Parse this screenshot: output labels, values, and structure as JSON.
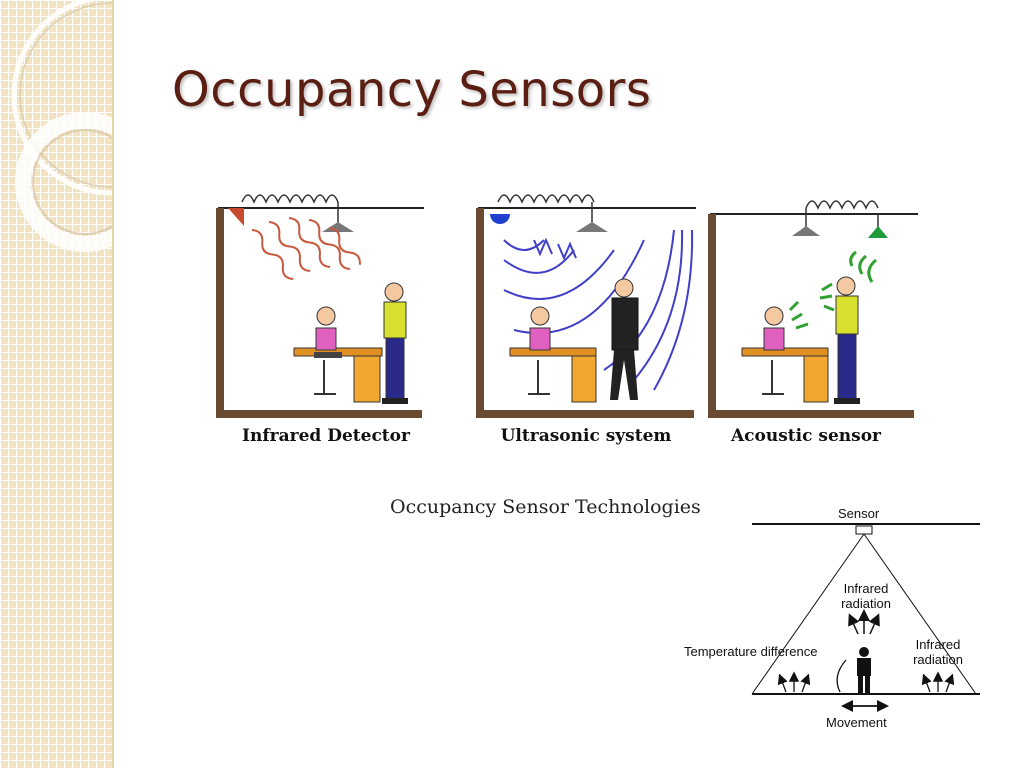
{
  "slide": {
    "title": "Occupancy Sensors",
    "caption": "Occupancy Sensor Technologies"
  },
  "panels": [
    {
      "label": "Infrared Detector",
      "wave_color": "#c85a40",
      "sensor_color": "#c84a30"
    },
    {
      "label": "Ultrasonic system",
      "wave_color": "#4040c8",
      "sensor_color": "#2040d0"
    },
    {
      "label": "Acoustic sensor",
      "wave_color": "#30a030",
      "sensor_color": "#1e9a3a"
    }
  ],
  "pir_diagram": {
    "sensor_label": "Sensor",
    "center_label": "Infrared radiation",
    "side_label": "Infrared radiation",
    "temp_label": "Temperature difference",
    "movement_label": "Movement"
  },
  "colors": {
    "title": "#5a1f12",
    "sidebar": "#f2e3c3"
  }
}
